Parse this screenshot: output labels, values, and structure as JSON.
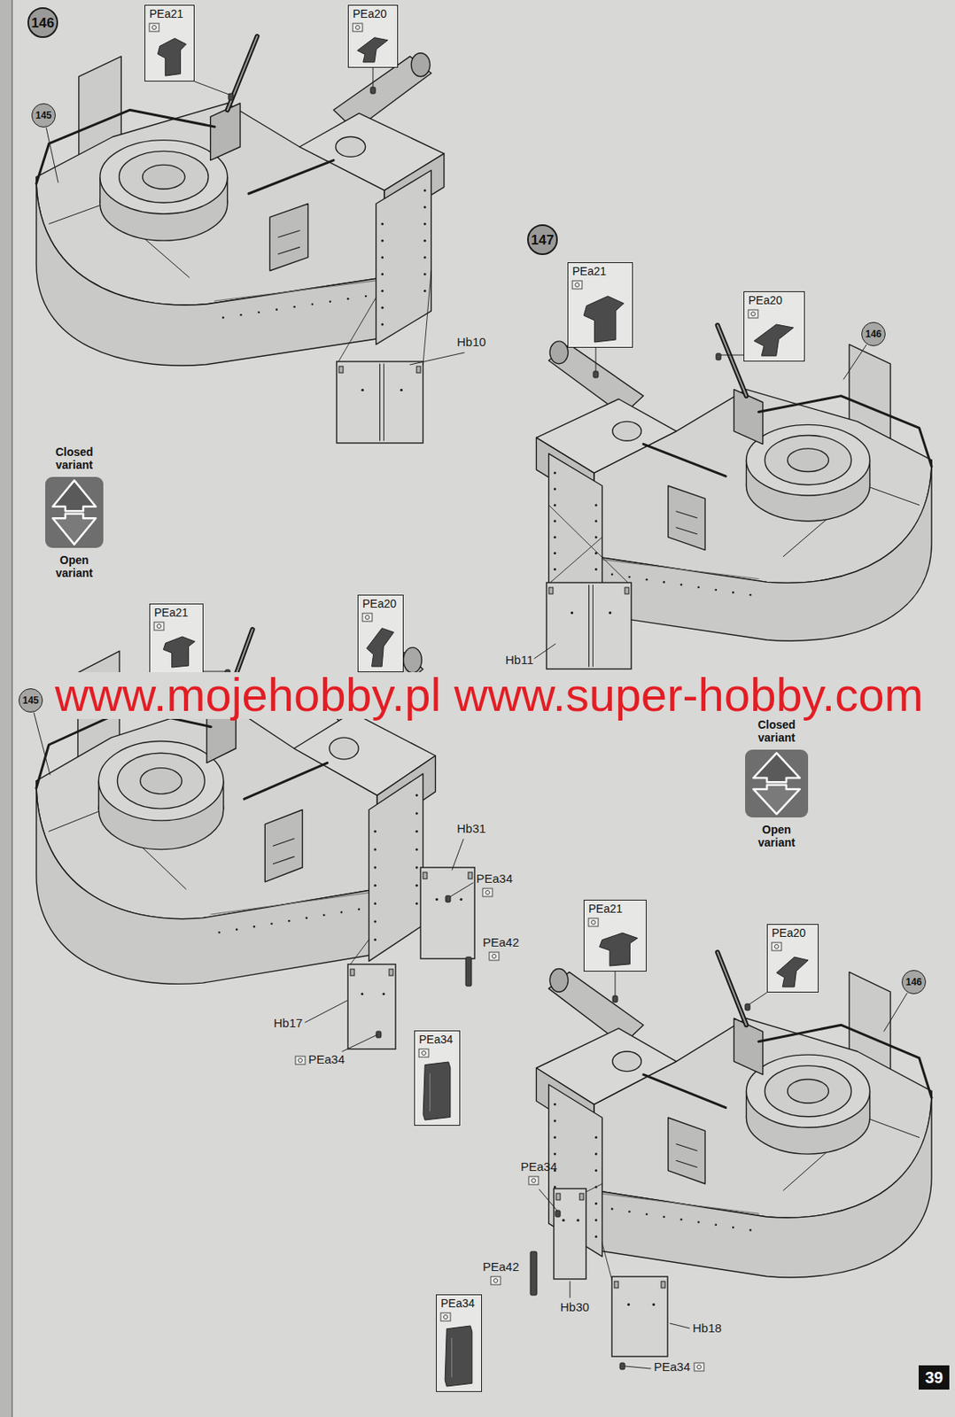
{
  "diagram": {
    "nodes": [
      {
        "text": [
          "146"
        ]
      },
      {
        "text": [
          "PEa21"
        ]
      },
      {
        "text": [
          "PEa20"
        ]
      },
      {
        "text": [
          "145"
        ]
      },
      {
        "text": [
          "Closed variant",
          "Open variant"
        ]
      },
      {
        "text": [
          "147"
        ]
      },
      {
        "text": [
          "PEa21"
        ]
      },
      {
        "text": [
          "PEa20"
        ]
      },
      {
        "text": [
          "146"
        ]
      },
      {
        "text": [
          "PEa21"
        ]
      },
      {
        "text": [
          "PEa20"
        ]
      },
      {
        "text": [
          "145"
        ]
      },
      {
        "text": [
          "Closed variant",
          "Open variant"
        ]
      },
      {
        "text": [
          "PEa34"
        ]
      },
      {
        "text": [
          "PEa21"
        ]
      },
      {
        "text": [
          "PEa20"
        ]
      },
      {
        "text": [
          "146"
        ]
      },
      {
        "text": [
          "PEa34"
        ]
      }
    ],
    "labels": [
      "Hb10",
      "Hb11",
      "www.mojehobby.pl www.super-hobby.com",
      "Hb31",
      "PEa34",
      "PEa42",
      "Hb17",
      "PEa34",
      "PEa34",
      "PEa42",
      "Hb30",
      "Hb18",
      "PEa34",
      "39"
    ]
  }
}
